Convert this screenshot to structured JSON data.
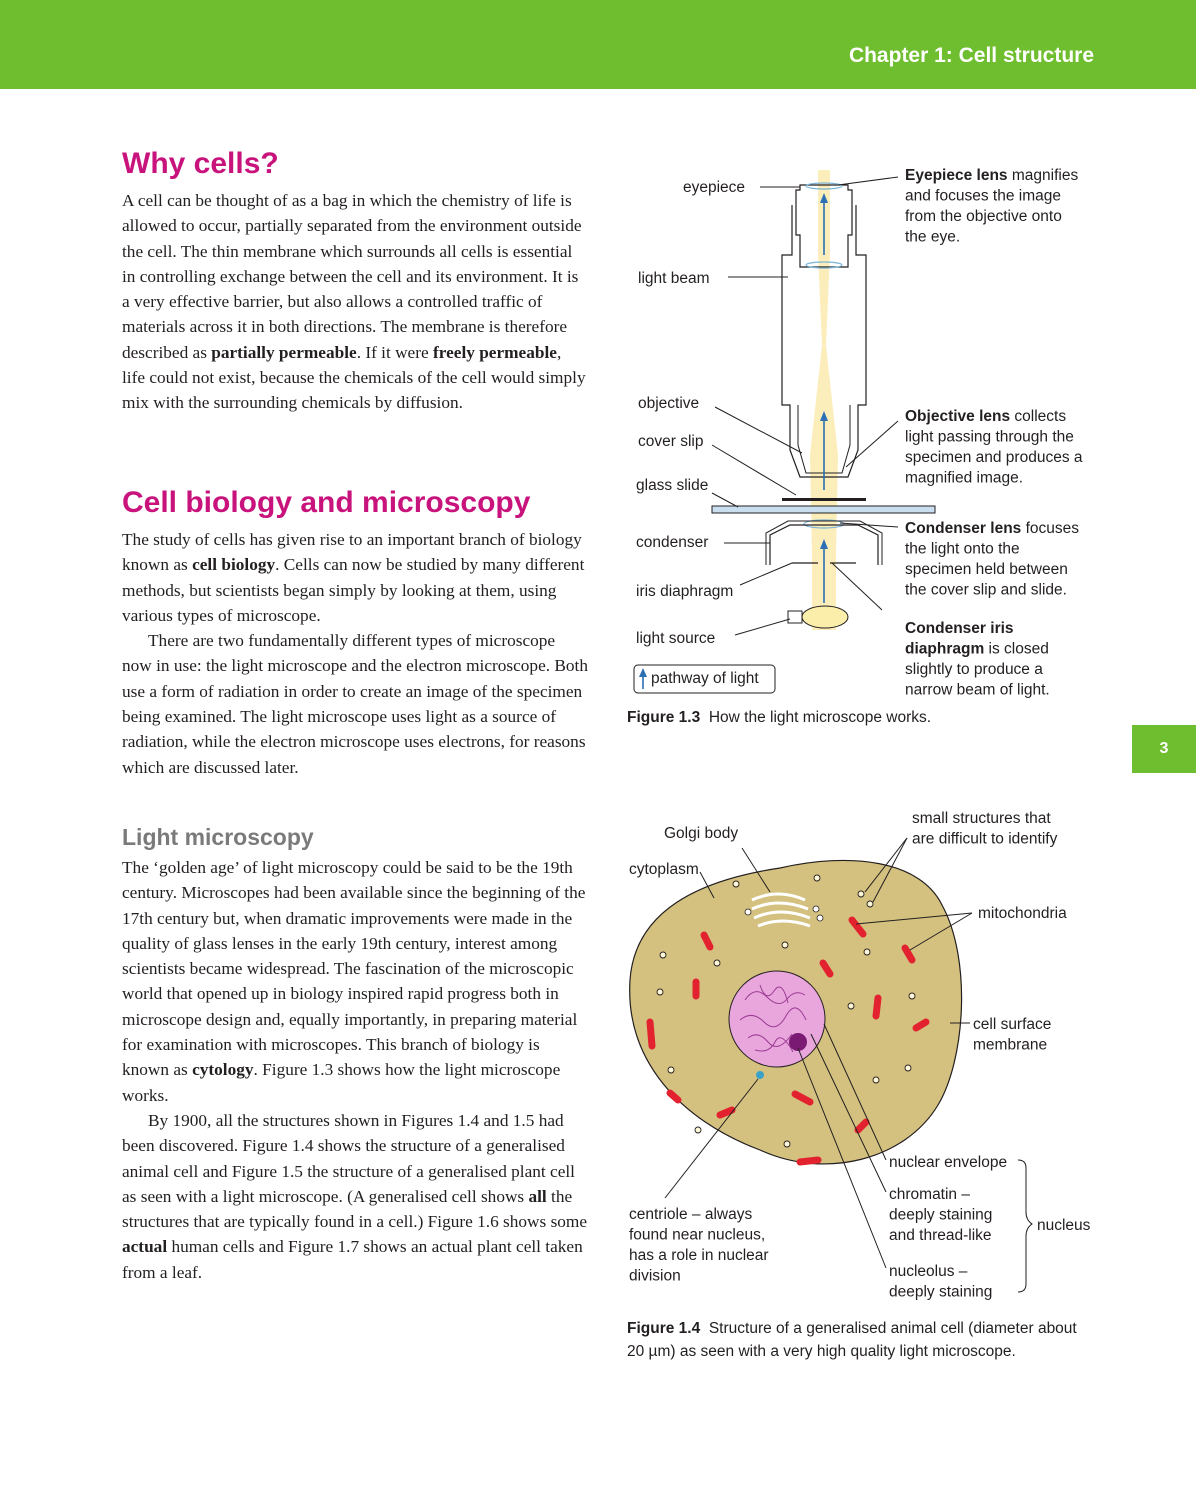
{
  "header": {
    "title": "Chapter 1: Cell structure",
    "page_number": "3"
  },
  "sections": {
    "why_cells": {
      "heading": "Why cells?",
      "p1": {
        "t1": "A cell can be thought of as a bag in which the chemistry of life is allowed to occur, partially separated from the environment outside the cell. The thin membrane which surrounds all cells is essential in controlling exchange between the cell and its environment. It is a very effective barrier, but also allows a controlled traffic of materials across it in both directions. The membrane is therefore described as ",
        "b1": "partially permeable",
        "t2": ". If it were ",
        "b2": "freely permeable",
        "t3": ", life could not exist, because the chemicals of the cell would simply mix with the surrounding chemicals by diffusion."
      }
    },
    "cell_biology": {
      "heading": "Cell biology and microscopy",
      "p1": {
        "t1": "The study of cells has given rise to an important branch of biology known as ",
        "b1": "cell biology",
        "t2": ". Cells can now be studied by many different methods, but scientists began simply by looking at them, using various types of microscope."
      },
      "p2": "There are two fundamentally different types of microscope now in use: the light microscope and the electron microscope. Both use a form of radiation in order to create an image of the specimen being examined. The light microscope uses light as a source of radiation, while the electron microscope uses electrons, for reasons which are discussed later."
    },
    "light_microscopy": {
      "heading": "Light microscopy",
      "p1": {
        "t1": "The ‘golden age’ of light microscopy could be said to be the 19th century. Microscopes had been available since the beginning of the 17th century but, when dramatic improvements were made in the quality of glass lenses in the early 19th century, interest among scientists became widespread. The fascination of the microscopic world that opened up in biology inspired rapid progress both in microscope design and, equally importantly, in preparing material for examination with microscopes. This branch of biology is known as ",
        "b1": "cytology",
        "t2": ". Figure 1.3 shows how the light microscope works."
      },
      "p2": {
        "t1": "By 1900, all the structures shown in Figures 1.4 and 1.5 had been discovered. Figure 1.4 shows the structure of a generalised animal cell and Figure 1.5 the structure of a generalised plant cell as seen with a light microscope. (A generalised cell shows ",
        "b1": "all",
        "t2": " the structures that are typically found in a cell.) Figure 1.6 shows some ",
        "b2": "actual",
        "t3": " human cells and Figure 1.7 shows an actual plant cell taken from a leaf."
      }
    }
  },
  "figure_1_3": {
    "labels_left": [
      "eyepiece",
      "light beam",
      "objective",
      "cover slip",
      "glass slide",
      "condenser",
      "iris diaphragm",
      "light source"
    ],
    "legend": "pathway of light",
    "notes": [
      {
        "bold": "Eyepiece lens",
        "lines": [
          " magnifies",
          "and focuses the image",
          "from the objective onto",
          "the eye."
        ]
      },
      {
        "bold": "Objective lens",
        "lines": [
          " collects",
          "light passing through the",
          "specimen and produces a",
          "magnified image."
        ]
      },
      {
        "bold": "Condenser lens",
        "lines": [
          " focuses",
          "the light onto the",
          "specimen held between",
          "the cover slip and slide."
        ]
      },
      {
        "bold": "Condenser iris",
        "bold2": "diaphragm",
        "lines": [
          " is closed",
          "slightly to produce a",
          "narrow beam of light."
        ]
      }
    ],
    "caption_label": "Figure 1.3",
    "caption_text": "How the light microscope works."
  },
  "figure_1_4": {
    "labels": {
      "golgi": "Golgi body",
      "cytoplasm": "cytoplasm",
      "small1": "small structures that",
      "small2": "are difficult to identify",
      "mito": "mitochondria",
      "membrane1": "cell surface",
      "membrane2": "membrane",
      "envelope": "nuclear envelope",
      "chromatin1": "chromatin –",
      "chromatin2": "deeply staining",
      "chromatin3": "and thread-like",
      "nucleolus1": "nucleolus –",
      "nucleolus2": "deeply staining",
      "nucleus": "nucleus",
      "centriole1": "centriole – always",
      "centriole2": "found near nucleus,",
      "centriole3": "has a role in nuclear",
      "centriole4": "division"
    },
    "caption_label": "Figure 1.4",
    "caption_text": "Structure of a generalised animal cell (diameter about 20 µm) as seen with a very high quality light microscope."
  }
}
